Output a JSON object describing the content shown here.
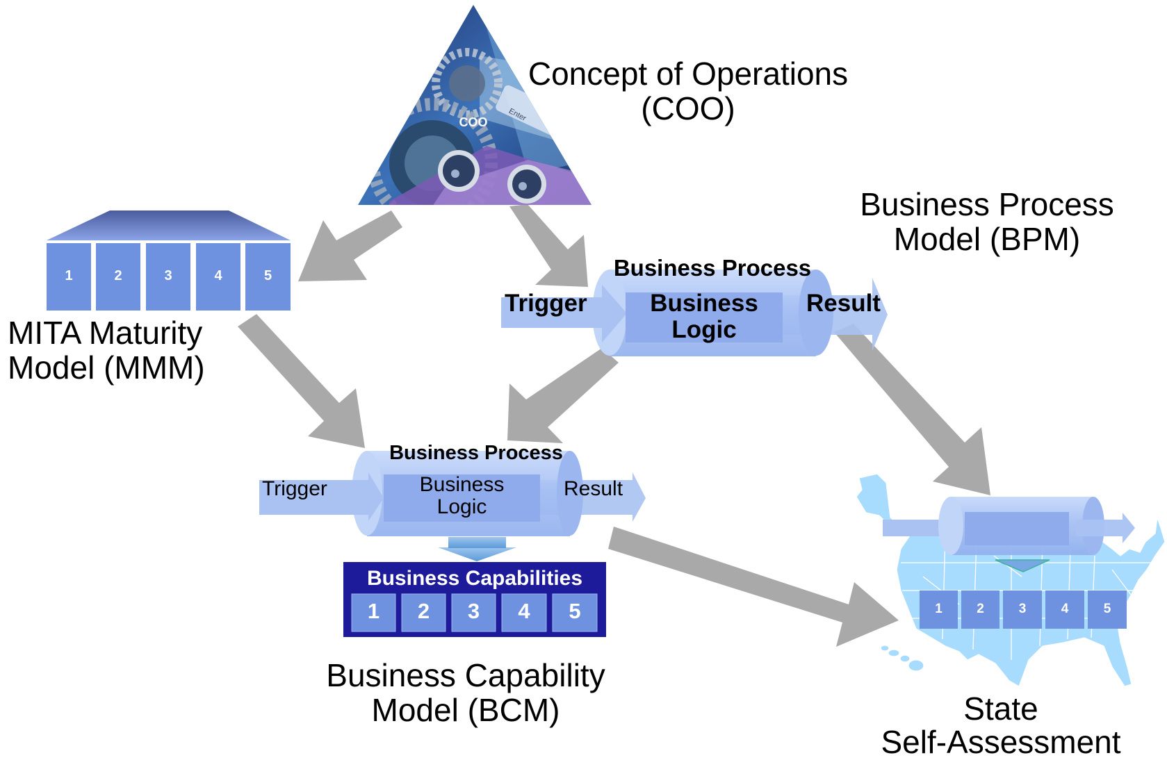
{
  "coo": {
    "title_line1": "Concept of Operations",
    "title_line2": "(COO)",
    "badge": "COO",
    "enter_key": "Enter"
  },
  "bpm": {
    "title_line1": "Business Process",
    "title_line2": "Model (BPM)",
    "process_label": "Business Process",
    "trigger": "Trigger",
    "logic_line1": "Business",
    "logic_line2": "Logic",
    "result": "Result"
  },
  "mmm": {
    "title_line1": "MITA Maturity",
    "title_line2": "Model (MMM)",
    "levels": [
      "1",
      "2",
      "3",
      "4",
      "5"
    ]
  },
  "bcm": {
    "process_label": "Business Process",
    "trigger": "Trigger",
    "logic_line1": "Business",
    "logic_line2": "Logic",
    "result": "Result",
    "capabilities_label": "Business Capabilities",
    "levels": [
      "1",
      "2",
      "3",
      "4",
      "5"
    ],
    "title_line1": "Business Capability",
    "title_line2": "Model (BCM)"
  },
  "ssa": {
    "levels": [
      "1",
      "2",
      "3",
      "4",
      "5"
    ],
    "title_line1": "State",
    "title_line2": "Self-Assessment"
  },
  "colors": {
    "arrow_gray": "#a9a9a9",
    "level_blue": "#6f92e0",
    "pipe_blue": "#a9c2f2",
    "capability_navy": "#1d1b99",
    "map_blue": "#a8dcff"
  }
}
